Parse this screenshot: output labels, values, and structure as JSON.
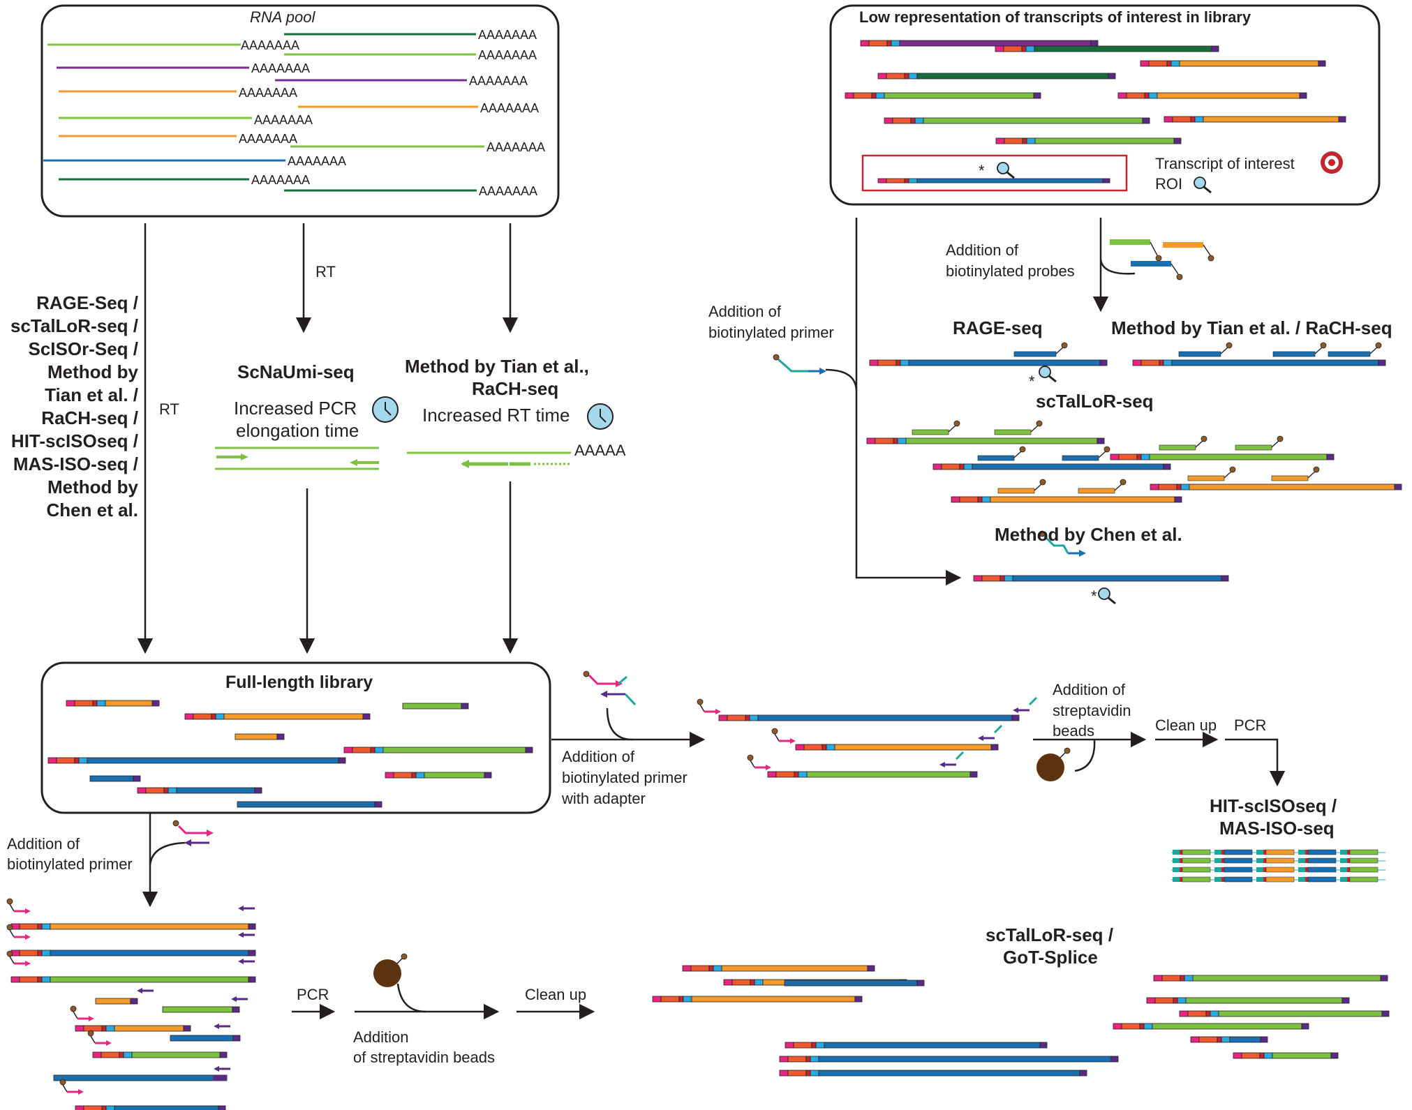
{
  "colors": {
    "green": "#7dc142",
    "dark_green": "#1a6b3c",
    "purple": "#7b2d8e",
    "orange": "#f39a2b",
    "blue": "#1a6fb0",
    "light_blue": "#29abe2",
    "pink": "#e6267f",
    "red_orange": "#ee5a2d",
    "crimson": "#c1272d",
    "dark_purple": "#5b2a86",
    "teal": "#1ba79a",
    "bead_brown": "#5c3310",
    "clock_fill": "#a5d8ea",
    "line": "#231f20"
  },
  "icons": [
    "clock-icon",
    "magnifier-icon",
    "target-icon",
    "streptavidin-bead-icon",
    "biotin-icon"
  ],
  "rna_pool": {
    "title": "RNA pool",
    "polyA": "AAAAAAA"
  },
  "low_rep": {
    "title": "Low representation of transcripts of interest in library",
    "transcript_of_interest": "Transcript of interest",
    "roi": "ROI",
    "asterisk": "*"
  },
  "left_methods": {
    "lines": [
      "RAGE-Seq /",
      "scTalLoR-seq /",
      "ScISOr-Seq /",
      "Method by",
      "Tian et al. /",
      "RaCH-seq /",
      "HIT-scISOseq /",
      "MAS-ISO-seq /",
      "Method by",
      "Chen et al."
    ]
  },
  "rt_labels": {
    "rt1": "RT",
    "rt2": "RT"
  },
  "scnaumi": {
    "title": "ScNaUmi-seq",
    "line1": "Increased PCR",
    "line2": "elongation time"
  },
  "tian": {
    "title1": "Method by Tian et al.,",
    "title2": "RaCH-seq",
    "subtitle": "Increased RT time",
    "polyA": "AAAAA"
  },
  "capture": {
    "probes_line1": "Addition of",
    "probes_line2": "biotinylated probes",
    "primer_line1": "Addition of",
    "primer_line2": "biotinylated primer",
    "rage": "RAGE-seq",
    "tian_rach": "Method by Tian et al. / RaCH-seq",
    "sctalor": "scTalLoR-seq",
    "chen": "Method by Chen et al."
  },
  "full_length": {
    "title": "Full-length library"
  },
  "adapter_primer": {
    "line1": "Addition of",
    "line2": "biotinylated primer",
    "line3": "with adapter"
  },
  "strep_right": {
    "line1": "Addition of",
    "line2": "streptavidin",
    "line3": "beads",
    "clean_up": "Clean up",
    "pcr": "PCR",
    "result1": "HIT-scISOseq /",
    "result2": "MAS-ISO-seq"
  },
  "bottom": {
    "primer_line1": "Addition of",
    "primer_line2": "biotinylated primer",
    "pcr": "PCR",
    "beads_line1": "Addition",
    "beads_line2": "of streptavidin beads",
    "clean_up": "Clean up",
    "result1": "scTalLoR-seq /",
    "result2": "GoT-Splice"
  }
}
